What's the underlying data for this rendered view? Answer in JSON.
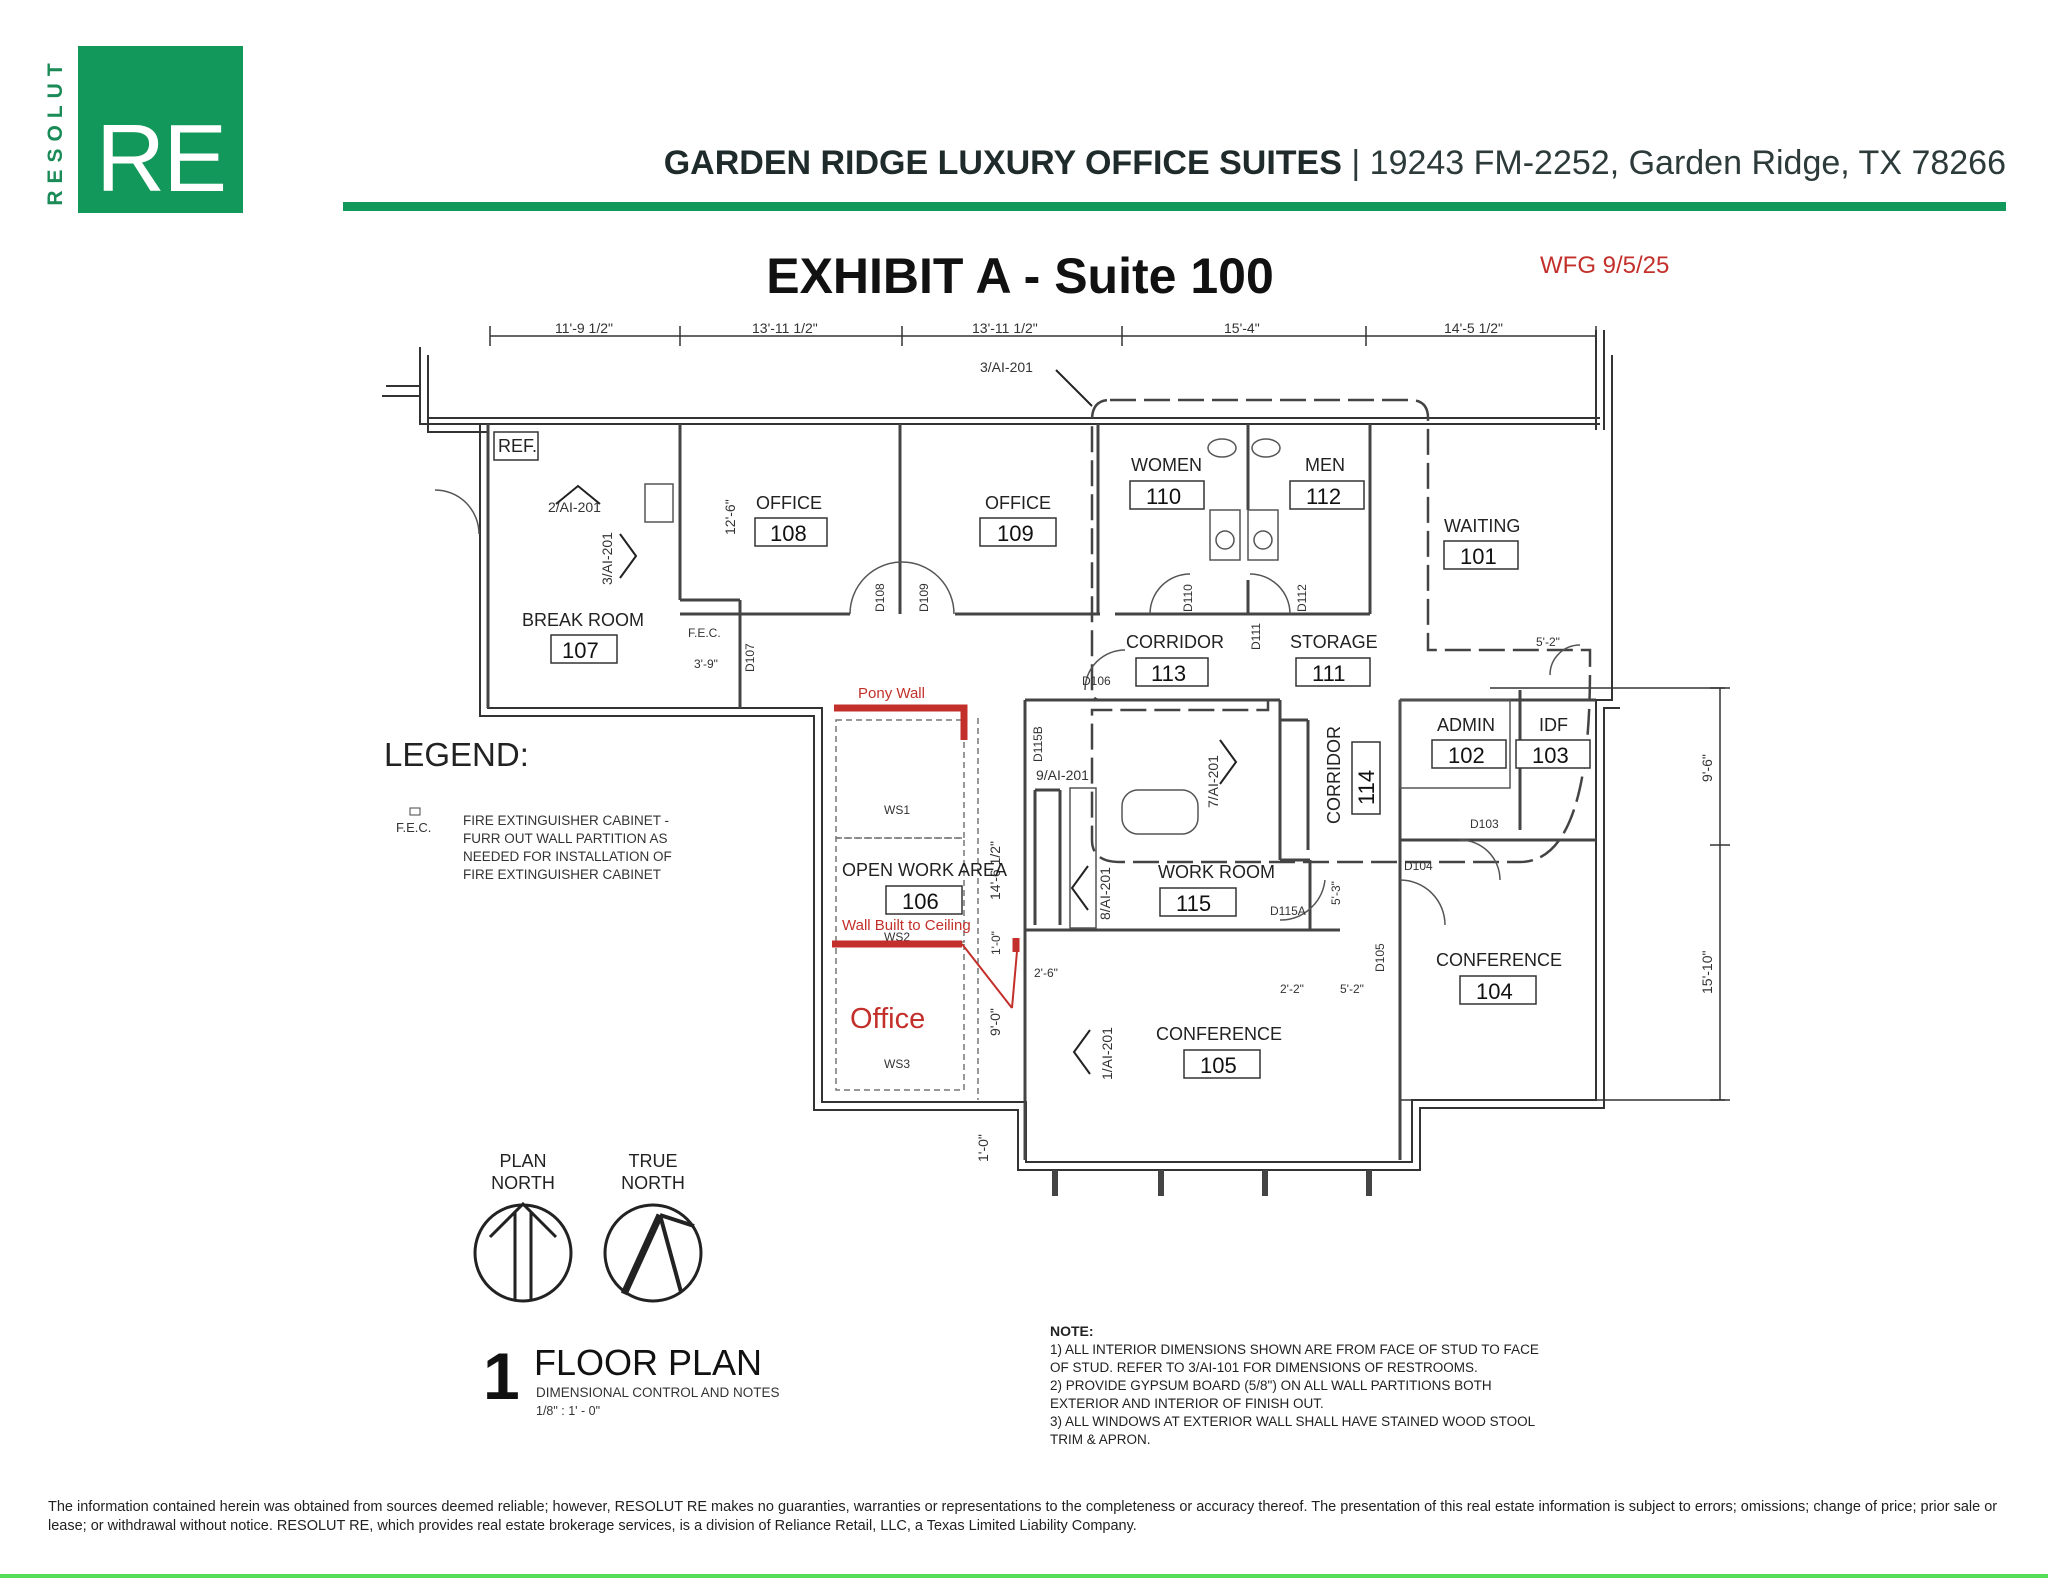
{
  "logo": {
    "vertical_text": "RESOLUT",
    "box_text": "RE",
    "color": "#12985a"
  },
  "header": {
    "property_name": "GARDEN RIDGE LUXURY OFFICE SUITES",
    "separator": "|",
    "address": "19243 FM-2252, Garden Ridge, TX 78266"
  },
  "exhibit_title": "EXHIBIT A - Suite 100",
  "wfg_note": "WFG 9/5/25",
  "top_dimensions": [
    "11'-9 1/2\"",
    "13'-11 1/2\"",
    "13'-11 1/2\"",
    "15'-4\"",
    "14'-5 1/2\""
  ],
  "section_refs": [
    "3/AI-201",
    "2/AI-201",
    "3/AI-201",
    "9/AI-201",
    "7/AI-201",
    "8/AI-201",
    "1/AI-201"
  ],
  "rooms": [
    {
      "name": "REF.",
      "number": ""
    },
    {
      "name": "BREAK ROOM",
      "number": "107"
    },
    {
      "name": "OFFICE",
      "number": "108"
    },
    {
      "name": "OFFICE",
      "number": "109"
    },
    {
      "name": "WOMEN",
      "number": "110"
    },
    {
      "name": "MEN",
      "number": "112"
    },
    {
      "name": "WAITING",
      "number": "101"
    },
    {
      "name": "CORRIDOR",
      "number": "113"
    },
    {
      "name": "STORAGE",
      "number": "111"
    },
    {
      "name": "ADMIN",
      "number": "102"
    },
    {
      "name": "IDF",
      "number": "103"
    },
    {
      "name": "CORRIDOR",
      "number": "114"
    },
    {
      "name": "OPEN WORK AREA",
      "number": "106"
    },
    {
      "name": "WORK ROOM",
      "number": "115"
    },
    {
      "name": "CONFERENCE",
      "number": "104"
    },
    {
      "name": "CONFERENCE",
      "number": "105"
    }
  ],
  "doors": [
    "D108",
    "D109",
    "D110",
    "D111",
    "D112",
    "D106",
    "D107",
    "D115B",
    "D103",
    "D104",
    "D115A",
    "D105"
  ],
  "misc_dims": [
    "12'-6\"",
    "3'-9\"",
    "F.E.C.",
    "14'-6 1/2\"",
    "1'-0\"",
    "2'-6\"",
    "9'-0\"",
    "1'-0\"",
    "2'-2\"",
    "5'-2\"",
    "5'-3\"",
    "5'-2\"",
    "9'-6\"",
    "15'-10\""
  ],
  "workstations": [
    "WS1",
    "WS2",
    "WS3"
  ],
  "annotations": {
    "pony_wall": "Pony Wall",
    "wall_to_ceiling": "Wall Built to Ceiling",
    "office": "Office",
    "color": "#c3302b"
  },
  "legend": {
    "title": "LEGEND:",
    "symbol_label": "F.E.C.",
    "description": "FIRE EXTINGUISHER CABINET - FURR OUT WALL PARTITION AS NEEDED FOR INSTALLATION OF FIRE EXTINGUISHER CABINET"
  },
  "north": {
    "plan": [
      "PLAN",
      "NORTH"
    ],
    "true": [
      "TRUE",
      "NORTH"
    ]
  },
  "floor_plan": {
    "number": "1",
    "title": "FLOOR PLAN",
    "subtitle": "DIMENSIONAL CONTROL AND NOTES",
    "scale": "1/8\" : 1' - 0\""
  },
  "notes": {
    "heading": "NOTE:",
    "lines": [
      "1) ALL INTERIOR DIMENSIONS SHOWN ARE FROM FACE OF STUD TO FACE",
      "OF STUD. REFER TO 3/AI-101 FOR DIMENSIONS OF RESTROOMS.",
      "2) PROVIDE GYPSUM BOARD (5/8\") ON ALL WALL PARTITIONS BOTH",
      "EXTERIOR AND INTERIOR OF FINISH OUT.",
      "3) ALL WINDOWS AT EXTERIOR WALL SHALL HAVE STAINED WOOD STOOL",
      "TRIM & APRON."
    ]
  },
  "disclaimer": "The information contained herein was obtained from sources deemed reliable; however, RESOLUT RE makes no guaranties, warranties or representations to the completeness or accuracy thereof. The presentation of this real estate information is subject to errors; omissions; change of price; prior sale or lease; or withdrawal without notice. RESOLUT RE, which provides real estate brokerage services, is a division of Reliance Retail, LLC, a Texas Limited Liability Company."
}
